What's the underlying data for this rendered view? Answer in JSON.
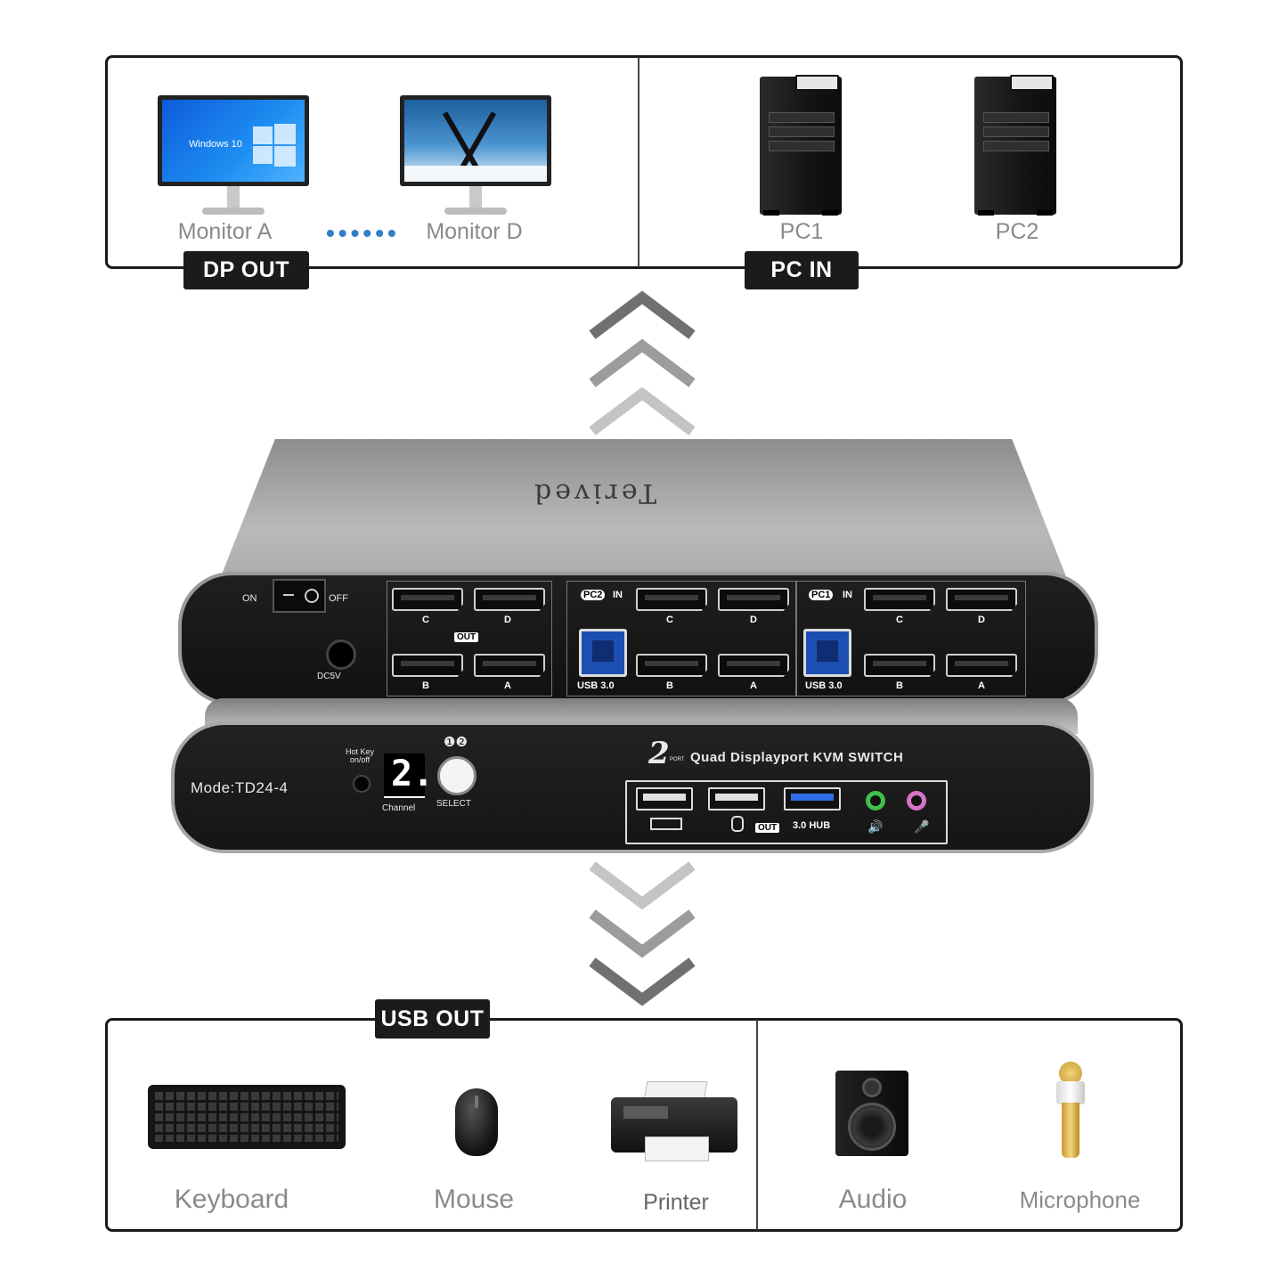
{
  "top_left": {
    "tag": "DP OUT",
    "monitor_a": "Monitor A",
    "monitor_d": "Monitor D",
    "windows_text": "Windows 10",
    "dots": "••••••"
  },
  "top_right": {
    "tag": "PC IN",
    "pc1": "PC1",
    "pc2": "PC2"
  },
  "device": {
    "brand": "Terived",
    "on": "ON",
    "off": "OFF",
    "dc": "DC5V",
    "out": "OUT",
    "pc2_in": "PC2",
    "pc1_in": "PC1",
    "in": "IN",
    "usb30": "USB 3.0",
    "port_c": "C",
    "port_d": "D",
    "port_b": "B",
    "port_a": "A",
    "model": "Mode:TD24-4",
    "hotkey": "Hot Key on/off",
    "channel": "Channel",
    "channel_value": "2.",
    "select": "SELECT",
    "select_nums": "❶❷",
    "title_num": "2",
    "title_port": "PORT",
    "title": "Quad Displayport KVM SWITCH",
    "hub_out": "OUT",
    "hub": "3.0 HUB"
  },
  "bottom_left": {
    "tag": "USB OUT",
    "keyboard": "Keyboard",
    "mouse": "Mouse",
    "printer": "Printer"
  },
  "bottom_right": {
    "audio": "Audio",
    "microphone": "Microphone"
  },
  "colors": {
    "tag_bg": "#1b1b1b",
    "label_gray": "#8a8a8a",
    "dots_blue": "#2f80c8",
    "usb_blue": "#1d4fb3"
  }
}
